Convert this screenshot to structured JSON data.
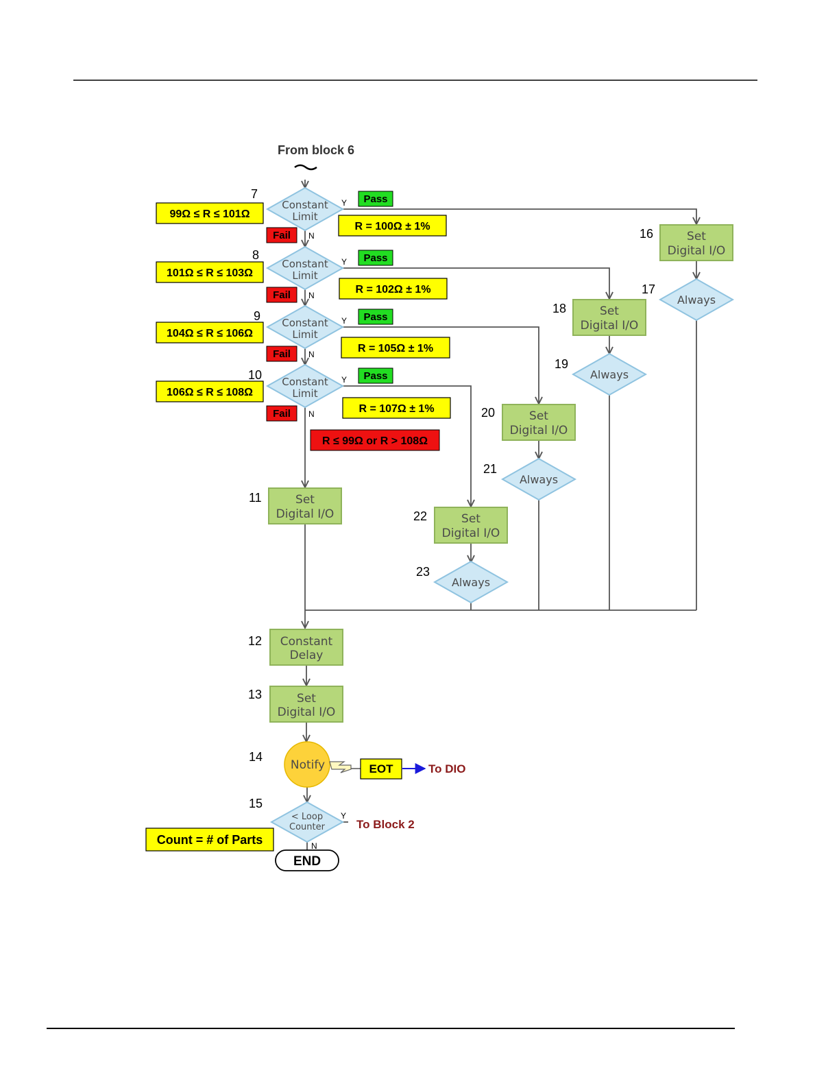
{
  "from_label": "From block 6",
  "tilde": "~",
  "tests": [
    {
      "num": "7",
      "range": "99Ω ≤ R ≤ 101Ω",
      "limit_line1": "Constant",
      "limit_line2": "Limit",
      "pass": "Pass",
      "fail": "Fail",
      "y": "Y",
      "n": "N",
      "target": "R = 100Ω ± 1%"
    },
    {
      "num": "8",
      "range": "101Ω ≤ R ≤ 103Ω",
      "limit_line1": "Constant",
      "limit_line2": "Limit",
      "pass": "Pass",
      "fail": "Fail",
      "y": "Y",
      "n": "N",
      "target": "R = 102Ω ± 1%"
    },
    {
      "num": "9",
      "range": "104Ω ≤ R ≤ 106Ω",
      "limit_line1": "Constant",
      "limit_line2": "Limit",
      "pass": "Pass",
      "fail": "Fail",
      "y": "Y",
      "n": "N",
      "target": "R = 105Ω ± 1%"
    },
    {
      "num": "10",
      "range": "106Ω ≤ R ≤ 108Ω",
      "limit_line1": "Constant",
      "limit_line2": "Limit",
      "pass": "Pass",
      "fail": "Fail",
      "y": "Y",
      "n": "N",
      "target": "R = 107Ω ± 1%"
    }
  ],
  "fail_all": "R ≤ 99Ω or R > 108Ω",
  "dio_blocks": [
    {
      "num": "16",
      "line1": "Set",
      "line2": "Digital I/O"
    },
    {
      "num": "18",
      "line1": "Set",
      "line2": "Digital I/O"
    },
    {
      "num": "20",
      "line1": "Set",
      "line2": "Digital I/O"
    },
    {
      "num": "22",
      "line1": "Set",
      "line2": "Digital I/O"
    },
    {
      "num": "11",
      "line1": "Set",
      "line2": "Digital I/O"
    }
  ],
  "always_blocks": [
    {
      "num": "17",
      "label": "Always"
    },
    {
      "num": "19",
      "label": "Always"
    },
    {
      "num": "21",
      "label": "Always"
    },
    {
      "num": "23",
      "label": "Always"
    }
  ],
  "delay": {
    "num": "12",
    "line1": "Constant",
    "line2": "Delay"
  },
  "set13": {
    "num": "13",
    "line1": "Set",
    "line2": "Digital I/O"
  },
  "notify": {
    "num": "14",
    "label": "Notify",
    "eot": "EOT",
    "to_dio": "To DIO"
  },
  "loop": {
    "num": "15",
    "line1": "< Loop",
    "line2": "Counter",
    "y": "Y",
    "n": "N",
    "to_block": "To Block 2",
    "count": "Count = # of Parts"
  },
  "end": "END",
  "colors": {
    "diamond_fill": "#cfe8f5",
    "diamond_stroke": "#8fc3e0",
    "box_fill": "#b5d77a",
    "box_stroke": "#8fb35a",
    "yellow": "#ffff00",
    "green": "#22dd22",
    "red": "#ee1111",
    "notify_fill": "#fdd23a",
    "dark_red_text": "#8b1a1a",
    "blue_arrow": "#1a1adb"
  }
}
